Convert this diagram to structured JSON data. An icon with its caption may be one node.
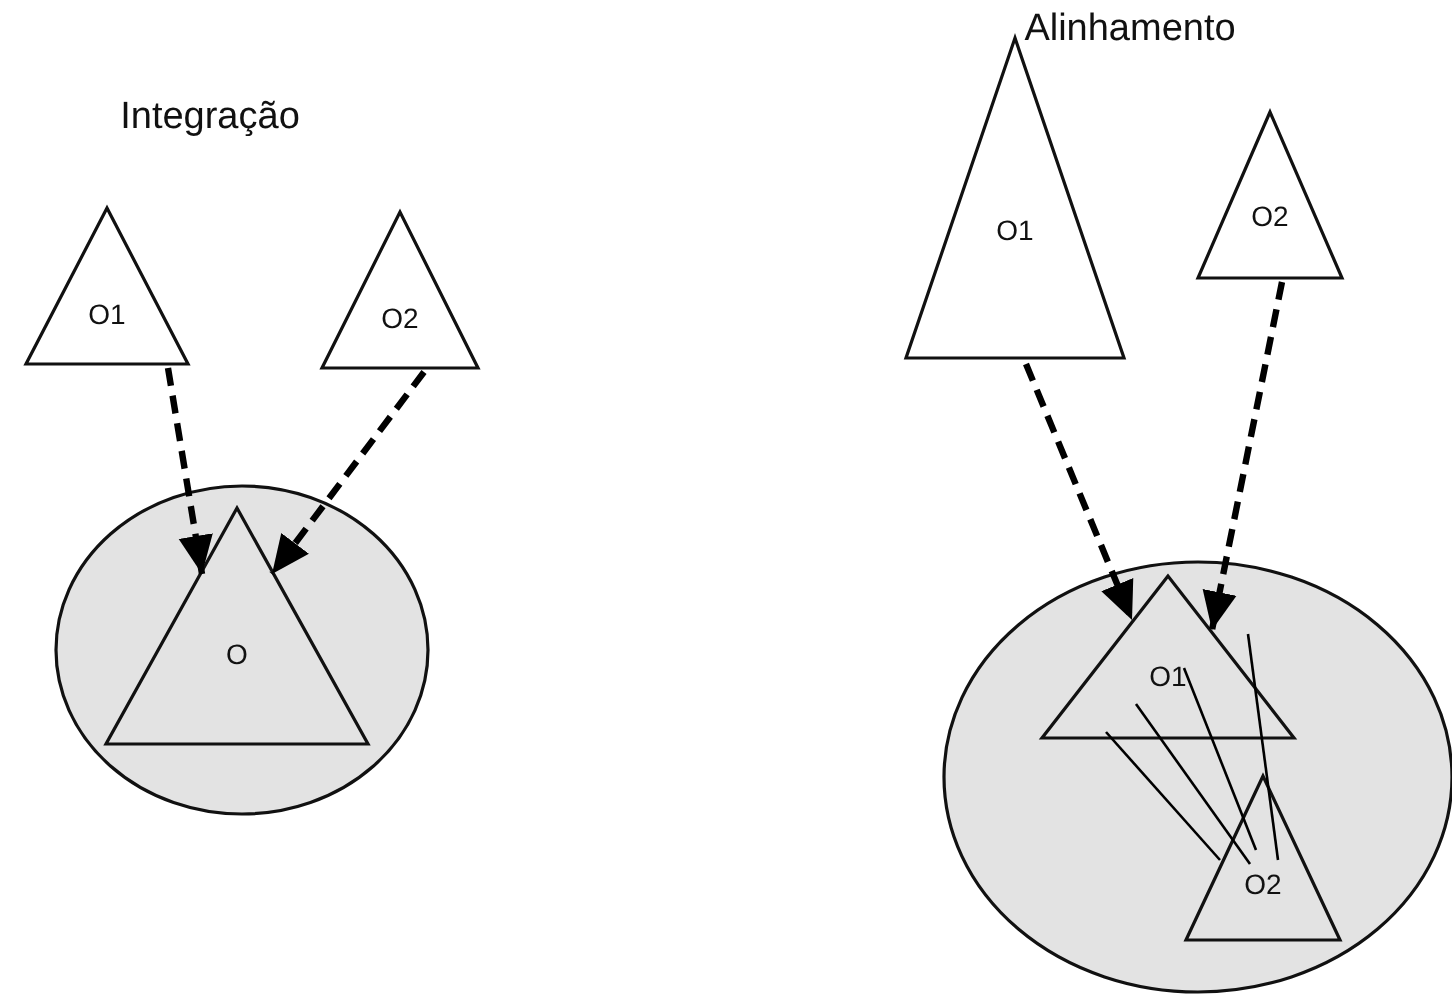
{
  "diagram": {
    "nodes": [
      {
        "text": [
          "O1"
        ]
      },
      {
        "text": [
          "O2"
        ]
      },
      {
        "text": [],
        "shape": "circle"
      },
      {
        "text": [
          "O"
        ],
        "in": 2
      },
      {
        "text": [
          "O1"
        ]
      },
      {
        "text": [
          "O2"
        ]
      },
      {
        "text": [],
        "shape": "circle"
      },
      {
        "text": [
          "O1"
        ],
        "in": 6
      },
      {
        "text": [
          "O2"
        ],
        "in": 6
      }
    ],
    "edges": [
      {
        "from": 0,
        "to": 3,
        "arrow": "to",
        "style": "dashed"
      },
      {
        "from": 1,
        "to": 3,
        "arrow": "to",
        "style": "dashed"
      },
      {
        "from": 4,
        "to": 7,
        "arrow": "to",
        "style": "dashed"
      },
      {
        "from": 5,
        "to": 7,
        "arrow": "to",
        "style": "dashed"
      },
      {
        "from": 7,
        "to": 8,
        "arrow": "none"
      },
      {
        "from": 7,
        "to": 8,
        "arrow": "none"
      },
      {
        "from": 7,
        "to": 8,
        "arrow": "none"
      },
      {
        "from": 7,
        "to": 8,
        "arrow": "none"
      }
    ],
    "labels": [
      "Integração",
      "Alinhamento"
    ]
  }
}
